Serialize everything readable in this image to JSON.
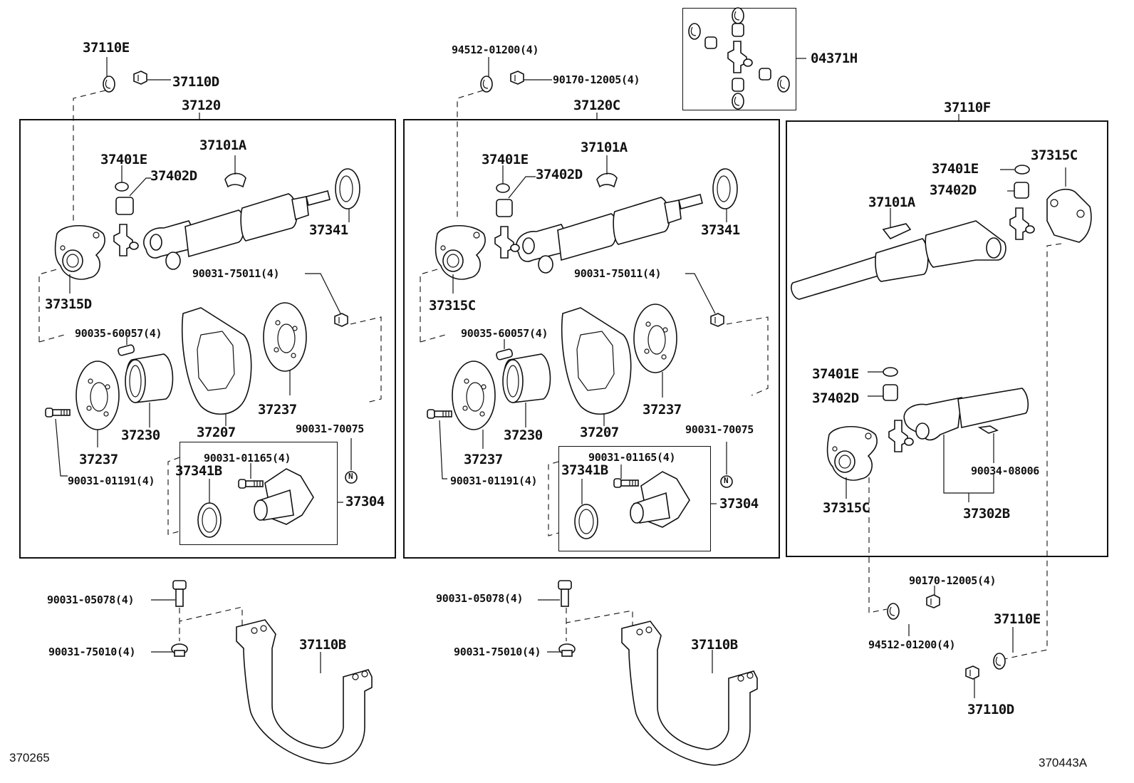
{
  "diagram": {
    "title": "Propeller shaft & universal joint exploded parts diagram",
    "ref_left": "370265",
    "ref_right": "370443A",
    "kit": {
      "label": "04371H"
    },
    "panel_left": {
      "assembly": "37120",
      "top_washer": "37110E",
      "top_nut": "37110D",
      "labels": {
        "snap_ring": "37401E",
        "bearing": "37402D",
        "weight": "37101A",
        "seal": "37341",
        "flange_yoke": "37315D",
        "nut": "90031-75011(4)",
        "pin": "90035-60057(4)",
        "bracket": "37207",
        "cushion_right": "37237",
        "cushion_left": "37237",
        "bearing_center": "37230",
        "bolt": "90031-01191(4)",
        "n_bolt": "90031-70075",
        "oil_seal": "37341B",
        "flange_bolt": "90031-01165(4)",
        "flange": "37304",
        "strap_bolt": "90031-05078(4)",
        "strap_nut": "90031-75010(4)",
        "strap": "37110B"
      }
    },
    "panel_middle": {
      "assembly": "37120C",
      "top_washer": "94512-01200(4)",
      "top_nut": "90170-12005(4)",
      "labels": {
        "snap_ring": "37401E",
        "bearing": "37402D",
        "weight": "37101A",
        "seal": "37341",
        "flange_yoke": "37315C",
        "nut": "90031-75011(4)",
        "pin": "90035-60057(4)",
        "bracket": "37207",
        "cushion_right": "37237",
        "cushion_left": "37237",
        "bearing_center": "37230",
        "bolt": "90031-01191(4)",
        "n_bolt": "90031-70075",
        "oil_seal": "37341B",
        "flange_bolt": "90031-01165(4)",
        "flange": "37304",
        "strap_bolt": "90031-05078(4)",
        "strap_nut": "90031-75010(4)",
        "strap": "37110B"
      }
    },
    "panel_right": {
      "assembly": "37110F",
      "labels": {
        "flange_yoke_top": "37315C",
        "snap_ring_top": "37401E",
        "bearing_top": "37402D",
        "weight": "37101A",
        "snap_ring_bottom": "37401E",
        "bearing_bottom": "37402D",
        "grease_fitting": "90034-08006",
        "sleeve_yoke": "37302B",
        "flange_yoke_bottom": "37315C",
        "nut": "90170-12005(4)",
        "washer": "94512-01200(4)",
        "washer_e": "37110E",
        "nut_d": "37110D"
      }
    },
    "symbol_n": "N"
  }
}
